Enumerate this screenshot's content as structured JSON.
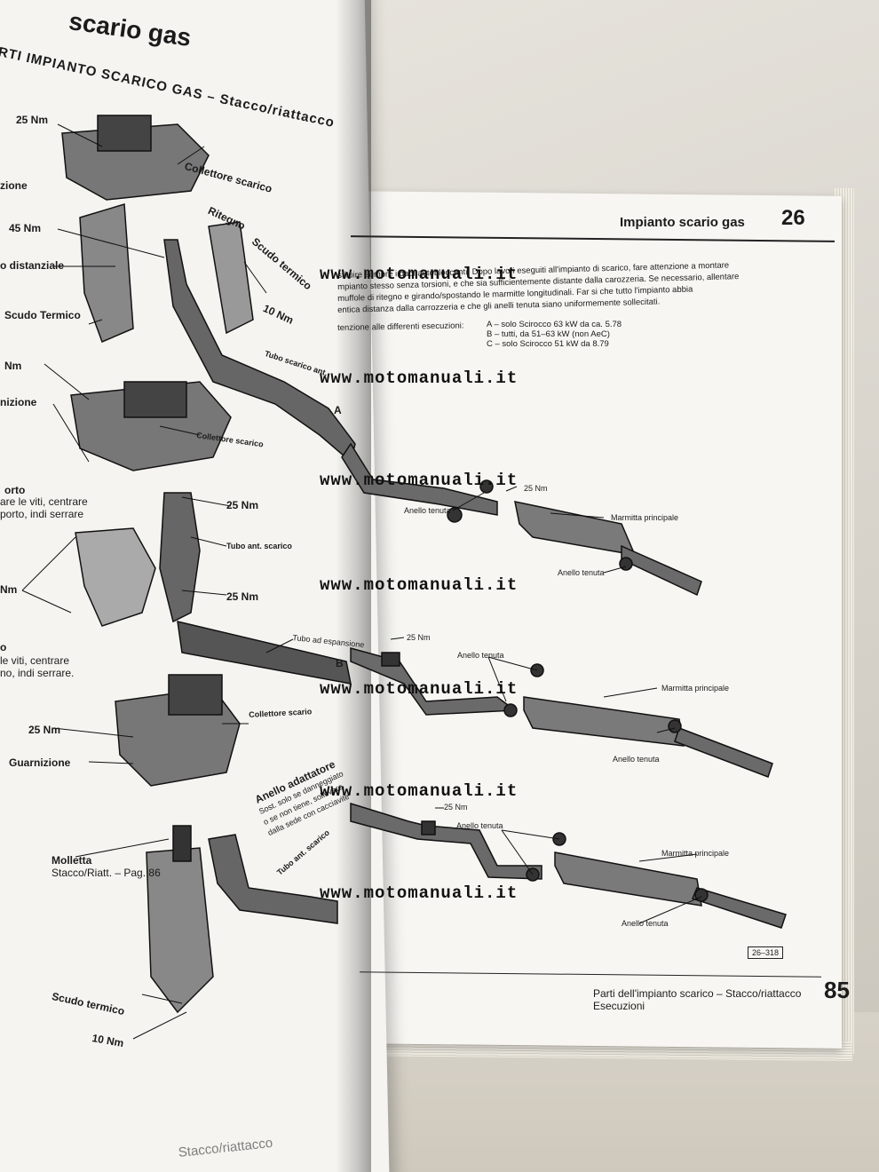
{
  "left_page": {
    "heading": "scario gas",
    "subheading": "RTI IMPIANTO SCARICO GAS – Stacco/riattacco",
    "labels": {
      "nm25_top": "25 Nm",
      "collettore_top": "Collettore scarico",
      "zione_top": "zione",
      "ritegno": "Ritegno",
      "nm45": "45 Nm",
      "scudo_termico_r": "Scudo termico",
      "distanziale": "o distanziale",
      "nm10_top": "10 Nm",
      "scudo_termico_l": "Scudo Termico",
      "tubo_scarico_ant": "Tubo scarico ant.",
      "nm_left": "Nm",
      "guarnizione_top": "nizione",
      "collettore_mid": "Collettore scarico",
      "porto_title": "orto",
      "porto_text1": "are le viti, centrare",
      "porto_text2": "porto, indi serrare",
      "nm25_mid1": "25 Nm",
      "tubo_ant_scarico": "Tubo ant. scarico",
      "nm_left2": "Nm",
      "nm25_mid2": "25 Nm",
      "tubo_espansione": "Tubo ad espansione",
      "o_label": "o",
      "lower_text1": "le viti, centrare",
      "lower_text2": "no, indi serrare.",
      "nm25_low": "25 Nm",
      "collettore_low": "Collettore scario",
      "guarnizione_low": "Guarnizione",
      "anello_adattatore": "Anello adattatore",
      "adattatore_note1": "Sost. solo se danneggiato",
      "adattatore_note2": "o se non tiene, sollevare",
      "adattatore_note3": "dalla sede con cacciavite",
      "molletta": "Molletta",
      "stacco_riatt": "Stacco/Riatt. – Pag. 86",
      "tubo_ant_scarico_low": "Tubo ant. scarico",
      "scudo_termico_low": "Scudo termico",
      "nm10_low": "10 Nm",
      "footer_fragment": "Stacco/riattacco"
    }
  },
  "right_page": {
    "header_title": "Impianto scario gas",
    "section_number": "26",
    "intro": [
      "stituire sempre i dadi autobloccanti. Dopo lavori eseguiti all'impianto di scarico, fare attenzione a montare",
      "mpianto stesso senza torsioni, e che sia sufficientemente distante dalla carozzeria. Se necessario, allentare",
      "muffole di ritegno e girando/spostando le marmitte longitudinali. Far si che tutto l'impianto abbia",
      "entica distanza dalla carrozzeria e che gli anelli tenuta siano uniformemente sollecitati."
    ],
    "variants_intro": "tenzione alle differenti esecuzioni:",
    "variants": [
      "A – solo Scirocco 63 kW da ca. 5.78",
      "B – tutti, da 51–63 kW (non AeC)",
      "C – solo Scirocco 51 kW da 8.79"
    ],
    "diagram_labels": {
      "a_letter": "A",
      "a_nm": "25 Nm",
      "a_anello_tenuta_left": "Anello tenuta",
      "a_marmitta": "Marmitta principale",
      "a_anello_tenuta_right": "Anello tenuta",
      "b_letter": "B",
      "b_nm": "25 Nm",
      "b_anello_tenuta_top": "Anello tenuta",
      "b_marmitta": "Marmitta principale",
      "b_anello_tenuta_bottom": "Anello tenuta",
      "c_nm": "25 Nm",
      "c_anello_tenuta_top": "Anello tenuta",
      "c_marmitta": "Marmitta principale",
      "c_anello_tenuta_bottom": "Anello tenuta"
    },
    "figure_ref": "26–318",
    "footer_title": "Parti dell'impianto scarico – Stacco/riattacco",
    "footer_subtitle": "Esecuzioni",
    "page_number": "85"
  },
  "watermark": "www.motomanuali.it"
}
